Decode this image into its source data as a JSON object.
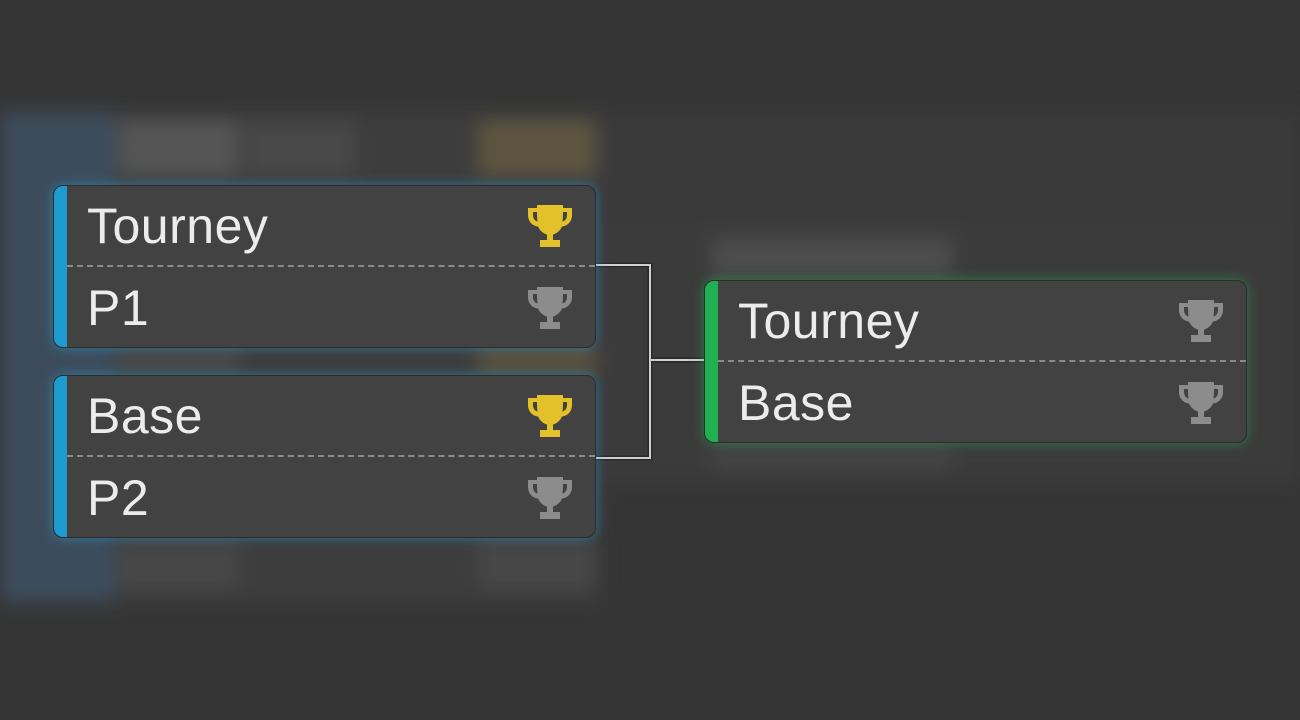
{
  "colors": {
    "background": "#353535",
    "card": "#424242",
    "accent_blue": "#1d9bd0",
    "accent_green": "#21b04f",
    "trophy_gold": "#e3c12b",
    "trophy_gray": "#8c8c8c",
    "text": "#ececec"
  },
  "bracket": {
    "round1": [
      {
        "top": {
          "name": "Tourney",
          "trophy": "gold",
          "icon": "trophy-icon"
        },
        "bottom": {
          "name": "P1",
          "trophy": "gray",
          "icon": "trophy-icon"
        },
        "accent": "blue"
      },
      {
        "top": {
          "name": "Base",
          "trophy": "gold",
          "icon": "trophy-icon"
        },
        "bottom": {
          "name": "P2",
          "trophy": "gray",
          "icon": "trophy-icon"
        },
        "accent": "blue"
      }
    ],
    "final": {
      "top": {
        "name": "Tourney",
        "trophy": "gray",
        "icon": "trophy-icon"
      },
      "bottom": {
        "name": "Base",
        "trophy": "gray",
        "icon": "trophy-icon"
      },
      "accent": "green"
    }
  }
}
